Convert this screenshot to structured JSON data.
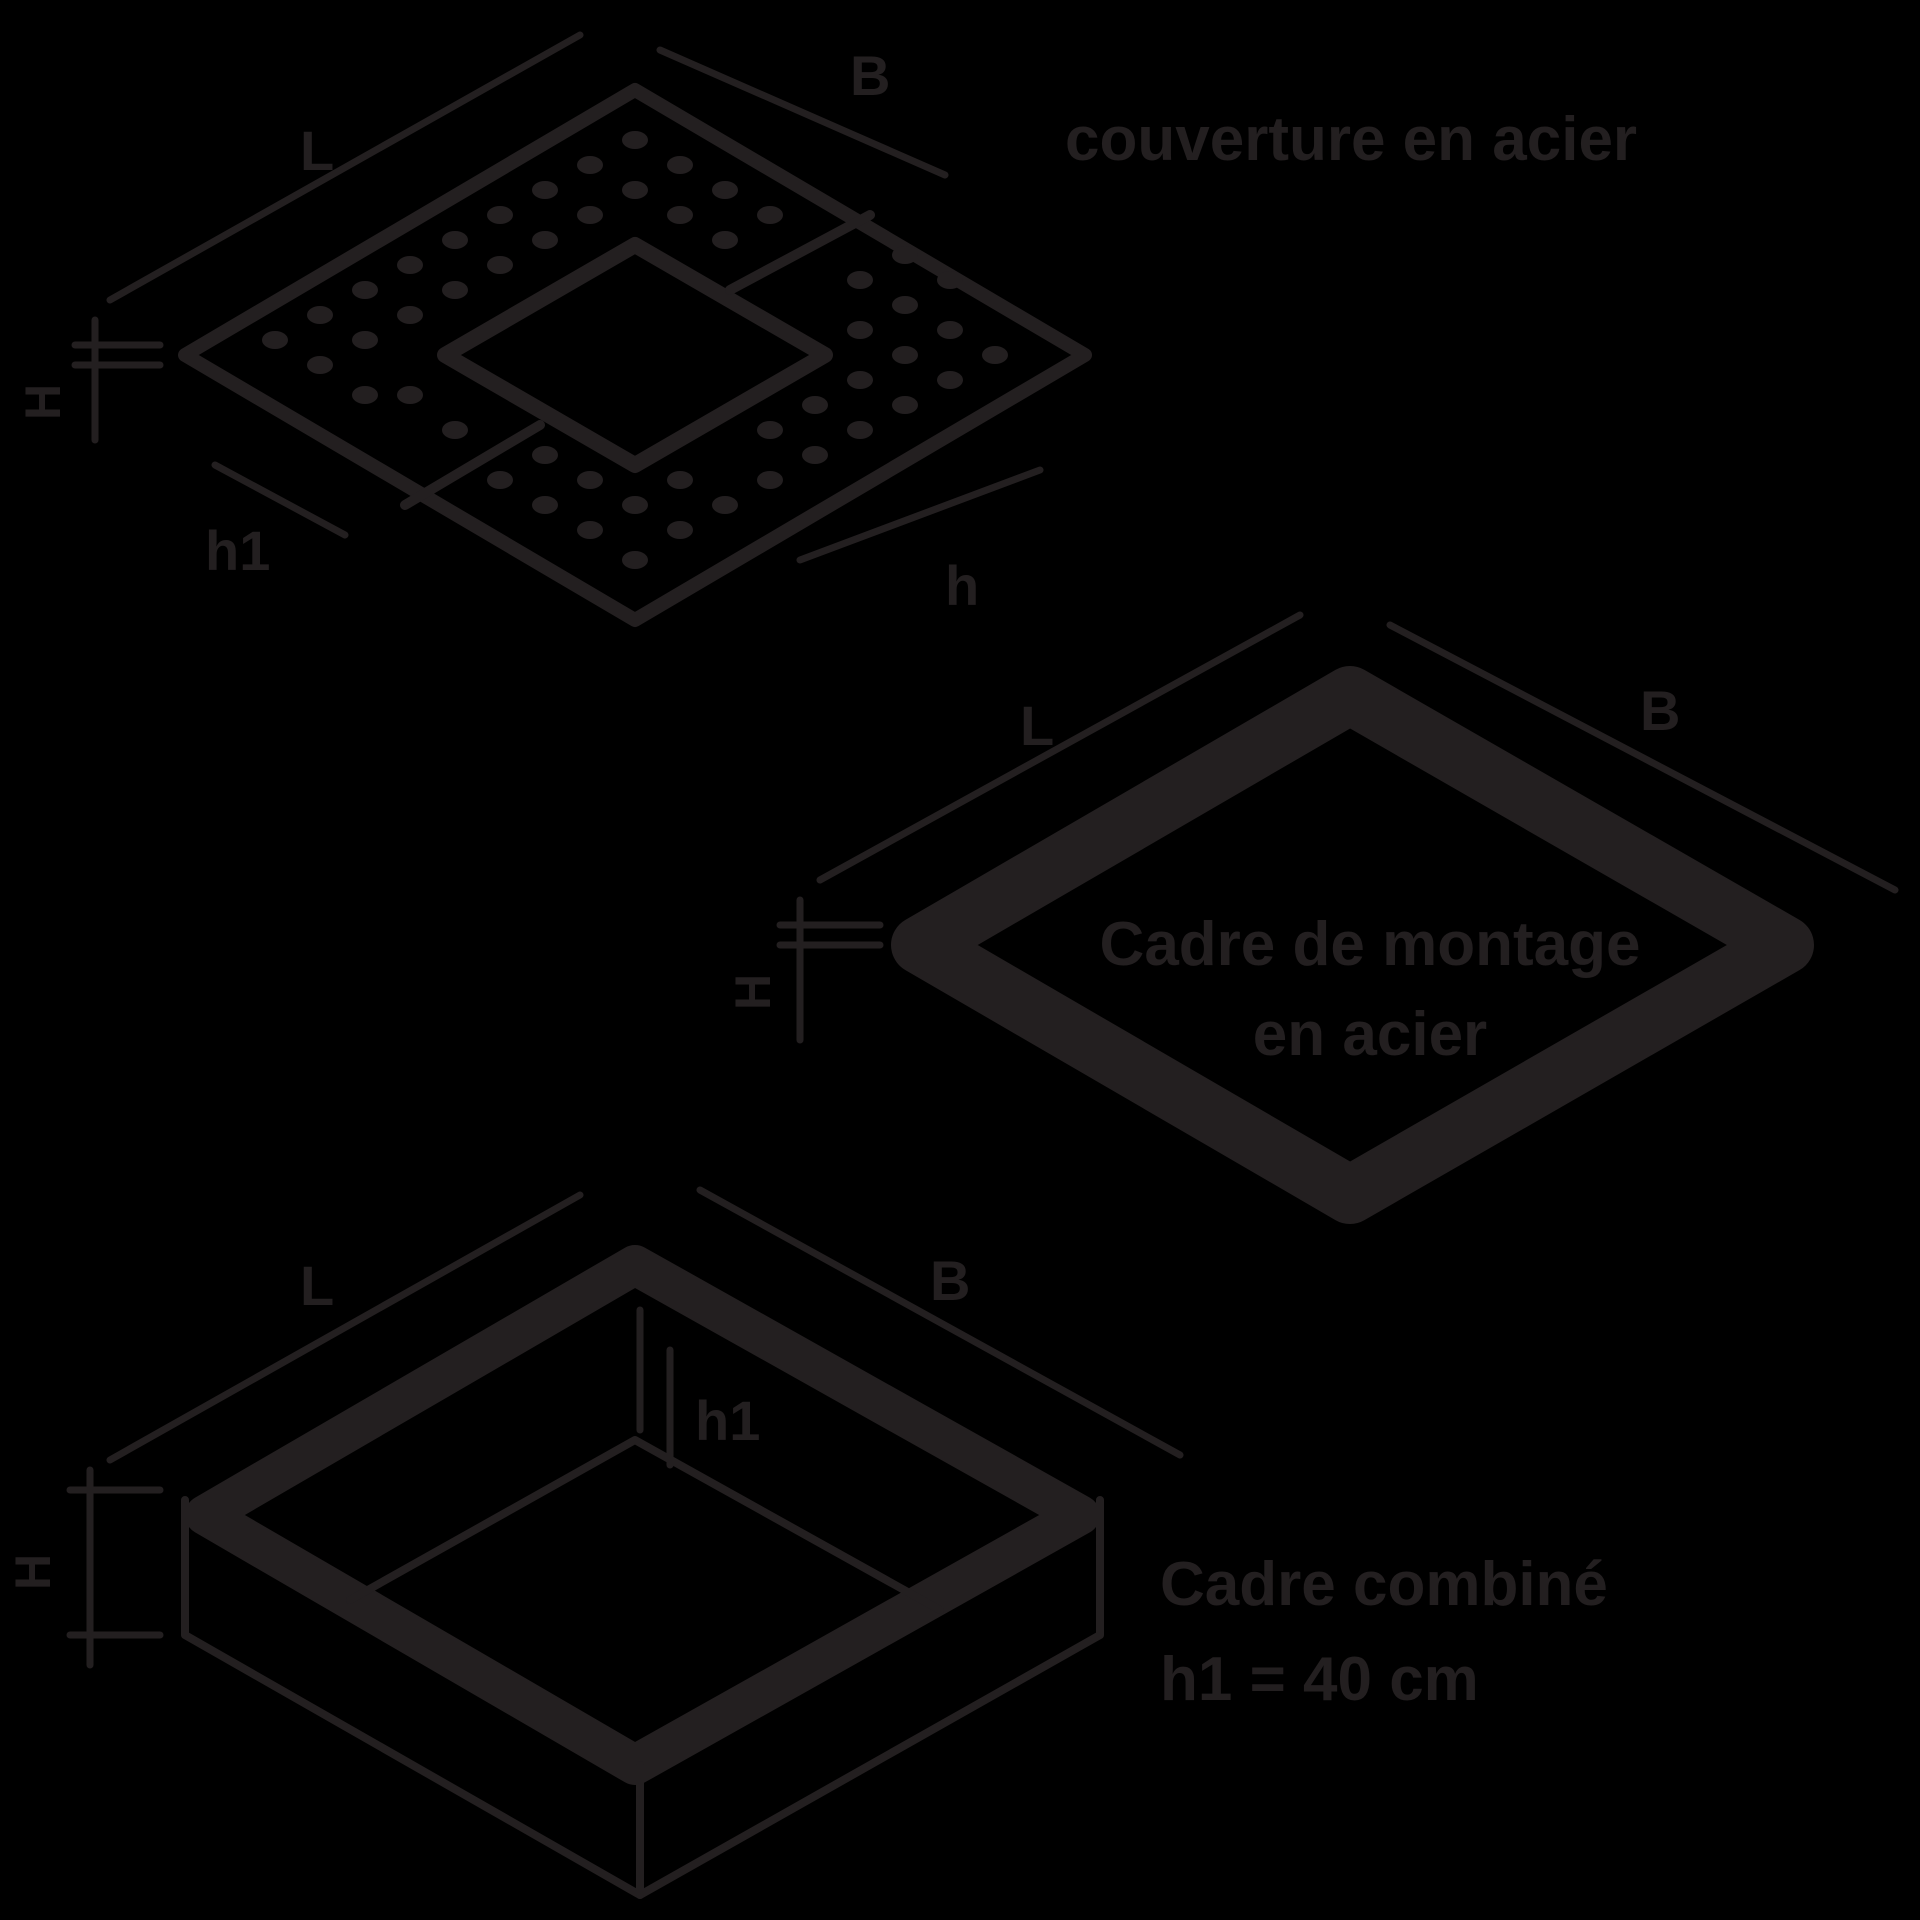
{
  "colors": {
    "background": "#000000",
    "ink": "#231f20"
  },
  "diagrams": [
    {
      "id": "cover",
      "title": "couverture en acier",
      "dimensions": {
        "length": "L",
        "width": "B",
        "height": "H",
        "inner_a": "h1",
        "inner_b": "h"
      }
    },
    {
      "id": "mounting-frame",
      "title_line1": "Cadre de montage",
      "title_line2": "en acier",
      "dimensions": {
        "length": "L",
        "width": "B",
        "height": "H"
      }
    },
    {
      "id": "combined-frame",
      "title_line1": "Cadre combiné",
      "title_line2": "h1 = 40 cm",
      "dimensions": {
        "length": "L",
        "width": "B",
        "height": "H",
        "inner": "h1"
      }
    }
  ]
}
